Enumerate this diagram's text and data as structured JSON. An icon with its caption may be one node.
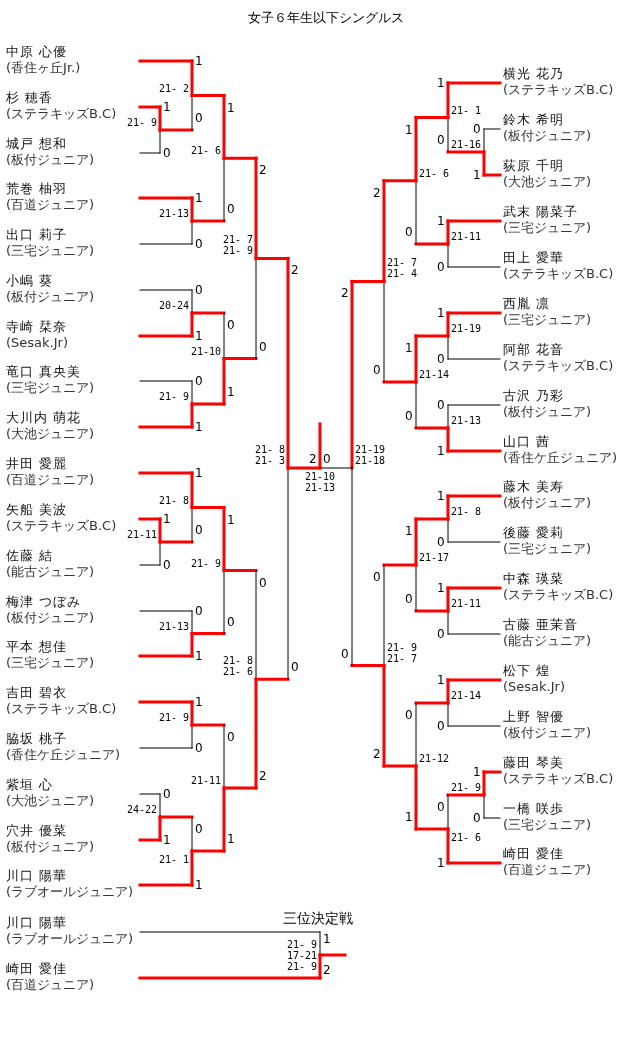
{
  "diagram": {
    "title": "女子６年生以下シングルス",
    "nodes": [
      {
        "text": [
          "中原 心優"
        ],
        "beside": [
          "(香住ヶ丘Jr.)"
        ]
      },
      {
        "text": [
          "杉 穂香"
        ],
        "beside": [
          "(ステラキッズB.C)"
        ]
      },
      {
        "text": [
          "城戸 想和"
        ],
        "beside": [
          "(板付ジュニア)"
        ]
      },
      {
        "text": [
          "荒巻 柚羽"
        ],
        "beside": [
          "(百道ジュニア)"
        ]
      },
      {
        "text": [
          "出口 莉子"
        ],
        "beside": [
          "(三宅ジュニア)"
        ]
      },
      {
        "text": [
          "小嶋 葵"
        ],
        "beside": [
          "(板付ジュニア)"
        ]
      },
      {
        "text": [
          "寺崎 栞奈"
        ],
        "beside": [
          "(Sesak.Jr)"
        ]
      },
      {
        "text": [
          "竜口 真央美"
        ],
        "beside": [
          "(三宅ジュニア)"
        ]
      },
      {
        "text": [
          "大川内 萌花"
        ],
        "beside": [
          "(大池ジュニア)"
        ]
      },
      {
        "text": [
          "井田 愛麗"
        ],
        "beside": [
          "(百道ジュニア)"
        ]
      },
      {
        "text": [
          "矢船 美波"
        ],
        "beside": [
          "(ステラキッズB.C)"
        ]
      },
      {
        "text": [
          "佐藤 結"
        ],
        "beside": [
          "(能古ジュニア)"
        ]
      },
      {
        "text": [
          "梅津 つぼみ"
        ],
        "beside": [
          "(板付ジュニア)"
        ]
      },
      {
        "text": [
          "平本 想佳"
        ],
        "beside": [
          "(三宅ジュニア)"
        ]
      },
      {
        "text": [
          "吉田 碧衣"
        ],
        "beside": [
          "(ステラキッズB.C)"
        ]
      },
      {
        "text": [
          "脇坂 桃子"
        ],
        "beside": [
          "(香住ケ丘ジュニア)"
        ]
      },
      {
        "text": [
          "紫垣 心"
        ],
        "beside": [
          "(大池ジュニア)"
        ]
      },
      {
        "text": [
          "穴井 優菜"
        ],
        "beside": [
          "(板付ジュニア)"
        ]
      },
      {
        "text": [
          "川口 陽華"
        ],
        "beside": [
          "(ラブオールジュニア)"
        ]
      },
      {
        "text": [
          "横光 花乃"
        ],
        "beside": [
          "(ステラキッズB.C)"
        ]
      },
      {
        "text": [
          "鈴木 希明"
        ],
        "beside": [
          "(板付ジュニア)"
        ]
      },
      {
        "text": [
          "荻原 千明"
        ],
        "beside": [
          "(大池ジュニア)"
        ]
      },
      {
        "text": [
          "武末 陽菜子"
        ],
        "beside": [
          "(三宅ジュニア)"
        ]
      },
      {
        "text": [
          "田上 愛華"
        ],
        "beside": [
          "(ステラキッズB.C)"
        ]
      },
      {
        "text": [
          "西胤 凛"
        ],
        "beside": [
          "(三宅ジュニア)"
        ]
      },
      {
        "text": [
          "阿部 花音"
        ],
        "beside": [
          "(ステラキッズB.C)"
        ]
      },
      {
        "text": [
          "古沢 乃彩"
        ],
        "beside": [
          "(板付ジュニア)"
        ]
      },
      {
        "text": [
          "山口 茜"
        ],
        "beside": [
          "(香住ケ丘ジュニア)"
        ]
      },
      {
        "text": [
          "藤木 美寿"
        ],
        "beside": [
          "(板付ジュニア)"
        ]
      },
      {
        "text": [
          "後藤 愛莉"
        ],
        "beside": [
          "(三宅ジュニア)"
        ]
      },
      {
        "text": [
          "中森 瑛菜"
        ],
        "beside": [
          "(ステラキッズB.C)"
        ]
      },
      {
        "text": [
          "古藤 亜茉音"
        ],
        "beside": [
          "(能古ジュニア)"
        ]
      },
      {
        "text": [
          "松下 煌"
        ],
        "beside": [
          "(Sesak.Jr)"
        ]
      },
      {
        "text": [
          "上野 智優"
        ],
        "beside": [
          "(板付ジュニア)"
        ]
      },
      {
        "text": [
          "藤田 琴美"
        ],
        "beside": [
          "(ステラキッズB.C)"
        ]
      },
      {
        "text": [
          "一橋 咲歩"
        ],
        "beside": [
          "(三宅ジュニア)"
        ]
      },
      {
        "text": [
          "崎田 愛佳"
        ],
        "beside": [
          "(百道ジュニア)"
        ]
      },
      {
        "text": [
          "川口 陽華"
        ],
        "beside": [
          "(ラブオールジュニア)"
        ]
      },
      {
        "text": [
          "崎田 愛佳"
        ],
        "beside": [
          "(百道ジュニア)"
        ]
      }
    ],
    "labels": [
      "1",
      "0",
      "21- 9",
      "1",
      "0",
      "21- 2",
      "1",
      "0",
      "21-13",
      "1",
      "0",
      "21- 6",
      "0",
      "1",
      "20-24",
      "0",
      "1",
      "21- 9",
      "0",
      "1",
      "21-10",
      "2",
      "0",
      "21- 7",
      "21- 9",
      "1",
      "0",
      "21-11",
      "1",
      "0",
      "21- 8",
      "0",
      "1",
      "21-13",
      "1",
      "0",
      "21- 9",
      "1",
      "0",
      "21- 9",
      "0",
      "1",
      "24-22",
      "0",
      "1",
      "21- 1",
      "0",
      "1",
      "21-11",
      "0",
      "2",
      "21- 8",
      "21- 6",
      "2",
      "0",
      "21- 8",
      "21- 3",
      "0",
      "1",
      "21-16",
      "1",
      "0",
      "21- 1",
      "1",
      "0",
      "21-11",
      "1",
      "0",
      "21- 6",
      "1",
      "0",
      "21-19",
      "0",
      "1",
      "21-13",
      "1",
      "0",
      "21-14",
      "2",
      "0",
      "21- 7",
      "21- 4",
      "1",
      "0",
      "21- 8",
      "1",
      "0",
      "21-11",
      "1",
      "0",
      "21-17",
      "1",
      "0",
      "21-14",
      "1",
      "0",
      "21- 9",
      "0",
      "1",
      "21- 6",
      "0",
      "1",
      "21-12",
      "0",
      "2",
      "21- 9",
      "21- 7",
      "2",
      "0",
      "21-19",
      "21-18",
      "2",
      "0",
      "21-10",
      "21-13",
      "三位決定戦",
      "1",
      "2",
      "21- 9",
      "17-21",
      "21- 9"
    ]
  }
}
